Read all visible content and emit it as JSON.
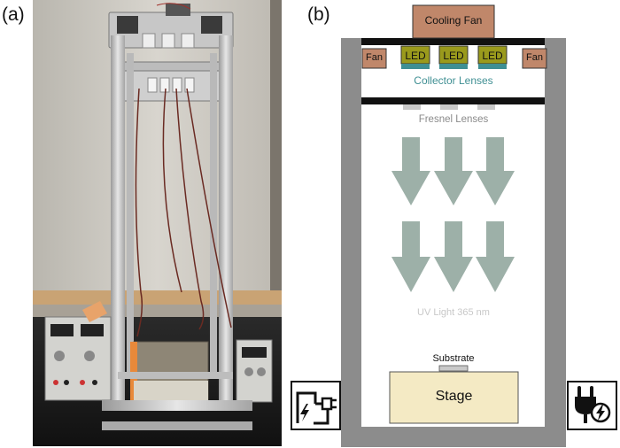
{
  "panels": {
    "a_label": "(a)",
    "b_label": "(b)"
  },
  "diagram": {
    "cooling_fan": "Cooling Fan",
    "fan_left": "Fan",
    "fan_right": "Fan",
    "leds": [
      "LED",
      "LED",
      "LED"
    ],
    "collector_lenses": "Collector Lenses",
    "fresnel_lenses": "Fresnel Lenses",
    "uv_light": "UV Light 365 nm",
    "substrate": "Substrate",
    "stage": "Stage",
    "colors": {
      "chamber_wall": "#8c8c8c",
      "cooling_fan": "#c0876a",
      "fan": "#c0876a",
      "led_body": "#9a9a1c",
      "led_base": "#3f8f93",
      "lens_bar": "#111111",
      "collector_text": "#3f8f93",
      "fresnel_text": "#8a8a8a",
      "arrow": "#9db0a8",
      "uv_text": "#c8c8c8",
      "stage": "#f4eac4",
      "substrate": "#c9c9c9"
    },
    "icons": {
      "left": "power-plug-bolt-icon",
      "right": "plug-lightning-icon"
    }
  }
}
